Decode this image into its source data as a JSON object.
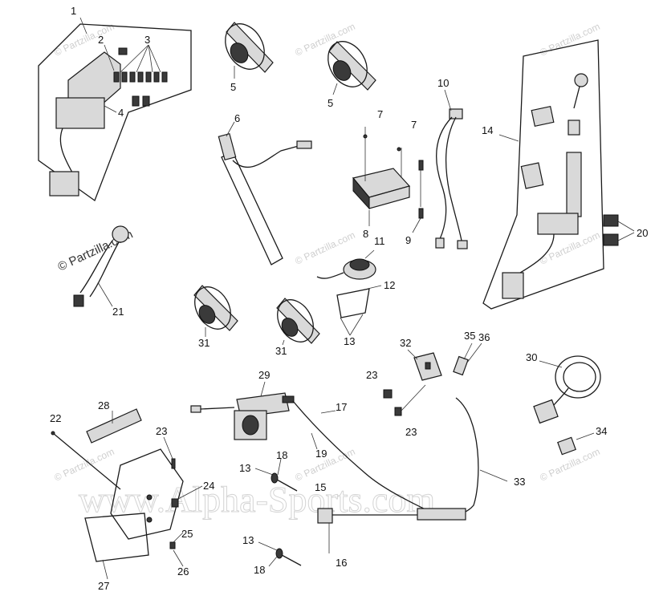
{
  "watermarks": {
    "partzilla": "© Partzilla.com",
    "alpha_sports": "www.Alpha-Sports.com"
  },
  "callouts": {
    "c1": "1",
    "c2": "2",
    "c3": "3",
    "c4": "4",
    "c5a": "5",
    "c5b": "5",
    "c6": "6",
    "c7a": "7",
    "c7b": "7",
    "c8": "8",
    "c9": "9",
    "c10": "10",
    "c11": "11",
    "c12": "12",
    "c13a": "13",
    "c13b": "13",
    "c13c": "13",
    "c14": "14",
    "c15": "15",
    "c16": "16",
    "c17": "17",
    "c18a": "18",
    "c18b": "18",
    "c19": "19",
    "c20": "20",
    "c21": "21",
    "c22": "22",
    "c23a": "23",
    "c23b": "23",
    "c23c": "23",
    "c24": "24",
    "c25": "25",
    "c26": "26",
    "c27": "27",
    "c28": "28",
    "c29": "29",
    "c30": "30",
    "c31a": "31",
    "c31b": "31",
    "c32": "32",
    "c33": "33",
    "c34": "34",
    "c35": "35",
    "c36": "36"
  },
  "colors": {
    "line": "#1a1a1a",
    "watermark": "#cfcfcf",
    "background": "#ffffff"
  }
}
